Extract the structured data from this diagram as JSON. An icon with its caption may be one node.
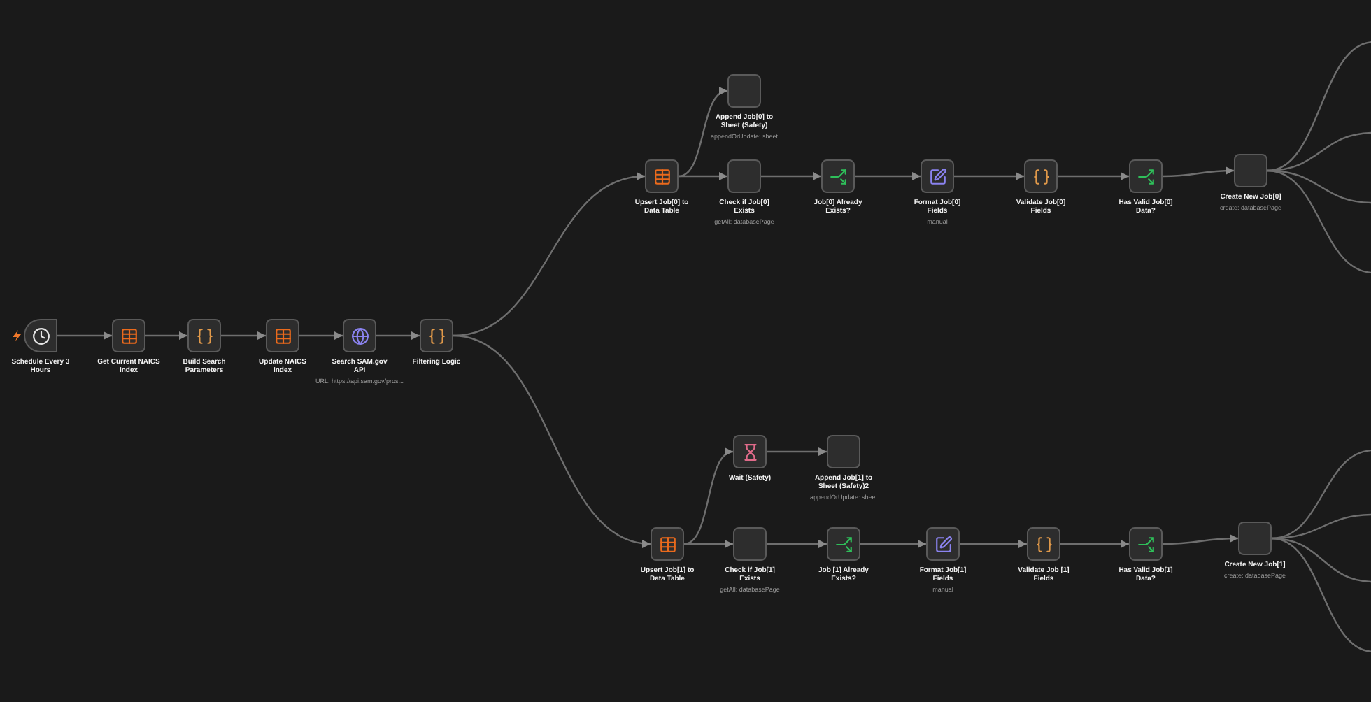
{
  "diagram": {
    "nodes": [
      {
        "text": [
          "Schedule Every 3 Hours"
        ]
      },
      {
        "text": [
          "Get Current NAICS Index"
        ]
      },
      {
        "text": [
          "Build Search Parameters"
        ]
      },
      {
        "text": [
          "Update NAICS Index"
        ]
      },
      {
        "text": [
          "Search SAM.gov API",
          "URL: https://api.sam.gov/pros..."
        ]
      },
      {
        "text": [
          "Filtering Logic"
        ]
      },
      {
        "text": [
          "Upsert Job[0] to Data Table"
        ]
      },
      {
        "text": [
          "Append Job[0] to Sheet (Safety)",
          "appendOrUpdate: sheet"
        ]
      },
      {
        "text": [
          "Check if Job[0] Exists",
          "getAll: databasePage"
        ]
      },
      {
        "text": [
          "Job[0] Already Exists?"
        ]
      },
      {
        "text": [
          "Format Job[0] Fields",
          "manual"
        ]
      },
      {
        "text": [
          "Validate Job[0] Fields"
        ]
      },
      {
        "text": [
          "Has Valid Job[0] Data?"
        ]
      },
      {
        "text": [
          "Create New Job[0]",
          "create: databasePage"
        ]
      },
      {
        "text": [
          "Wait (Safety)"
        ]
      },
      {
        "text": [
          "Append Job[1] to Sheet (Safety)2",
          "appendOrUpdate: sheet"
        ]
      },
      {
        "text": [
          "Upsert Job[1] to Data Table"
        ]
      },
      {
        "text": [
          "Check if Job[1] Exists",
          "getAll: databasePage"
        ]
      },
      {
        "text": [
          "Job [1] Already Exists?"
        ]
      },
      {
        "text": [
          "Format Job[1] Fields",
          "manual"
        ]
      },
      {
        "text": [
          "Validate Job [1] Fields"
        ]
      },
      {
        "text": [
          "Has Valid Job[1] Data?"
        ]
      },
      {
        "text": [
          "Create New Job[1]",
          "create: databasePage"
        ]
      }
    ],
    "edges": [
      {
        "from": 0,
        "to": 1,
        "arrow": "to"
      },
      {
        "from": 1,
        "to": 2,
        "arrow": "to"
      },
      {
        "from": 2,
        "to": 3,
        "arrow": "to"
      },
      {
        "from": 3,
        "to": 4,
        "arrow": "to"
      },
      {
        "from": 4,
        "to": 5,
        "arrow": "to"
      },
      {
        "from": 5,
        "to": 6,
        "arrow": "to"
      },
      {
        "from": 5,
        "to": 16,
        "arrow": "to"
      },
      {
        "from": 6,
        "to": 7,
        "arrow": "to"
      },
      {
        "from": 6,
        "to": 8,
        "arrow": "to"
      },
      {
        "from": 8,
        "to": 9,
        "arrow": "to"
      },
      {
        "from": 9,
        "to": 10,
        "arrow": "to"
      },
      {
        "from": 10,
        "to": 11,
        "arrow": "to"
      },
      {
        "from": 11,
        "to": 12,
        "arrow": "to"
      },
      {
        "from": 12,
        "to": 13,
        "arrow": "to"
      },
      {
        "from": 13,
        "to": null,
        "arrow": "none"
      },
      {
        "from": 13,
        "to": null,
        "arrow": "none"
      },
      {
        "from": 13,
        "to": null,
        "arrow": "none"
      },
      {
        "from": 13,
        "to": null,
        "arrow": "none"
      },
      {
        "from": 16,
        "to": 14,
        "arrow": "to"
      },
      {
        "from": 16,
        "to": 17,
        "arrow": "to"
      },
      {
        "from": 14,
        "to": 15,
        "arrow": "to"
      },
      {
        "from": 17,
        "to": 18,
        "arrow": "to"
      },
      {
        "from": 18,
        "to": 19,
        "arrow": "to"
      },
      {
        "from": 19,
        "to": 20,
        "arrow": "to"
      },
      {
        "from": 20,
        "to": 21,
        "arrow": "to"
      },
      {
        "from": 21,
        "to": 22,
        "arrow": "to"
      },
      {
        "from": 22,
        "to": null,
        "arrow": "none"
      },
      {
        "from": 22,
        "to": null,
        "arrow": "none"
      },
      {
        "from": 22,
        "to": null,
        "arrow": "none"
      },
      {
        "from": 22,
        "to": null,
        "arrow": "none"
      }
    ]
  }
}
